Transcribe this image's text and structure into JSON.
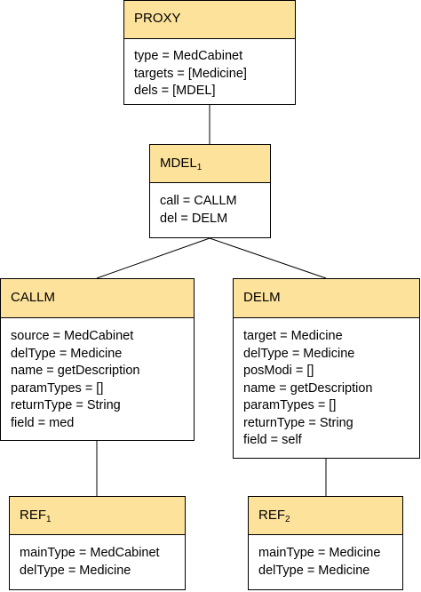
{
  "colors": {
    "header_fill": "#fde29c",
    "border": "#000000",
    "body_fill": "#ffffff",
    "connector": "#000000"
  },
  "nodes": {
    "proxy": {
      "title": "PROXY",
      "subscript": "",
      "attributes": [
        "type = MedCabinet",
        "targets = [Medicine]",
        "dels = [MDEL]"
      ]
    },
    "mdel": {
      "title": "MDEL",
      "subscript": "1",
      "attributes": [
        "call = CALLM",
        "del = DELM"
      ]
    },
    "callm": {
      "title": "CALLM",
      "subscript": "",
      "attributes": [
        "source = MedCabinet",
        "delType = Medicine",
        "name = getDescription",
        "paramTypes = []",
        "returnType = String",
        "field = med"
      ]
    },
    "delm": {
      "title": "DELM",
      "subscript": "",
      "attributes": [
        "target = Medicine",
        "delType = Medicine",
        "posModi = []",
        "name = getDescription",
        "paramTypes = []",
        "returnType = String",
        "field = self"
      ]
    },
    "ref1": {
      "title": "REF",
      "subscript": "1",
      "attributes": [
        "mainType = MedCabinet",
        "delType = Medicine"
      ]
    },
    "ref2": {
      "title": "REF",
      "subscript": "2",
      "attributes": [
        "mainType = Medicine",
        "delType = Medicine"
      ]
    }
  },
  "edges": [
    {
      "from": "proxy",
      "to": "mdel"
    },
    {
      "from": "mdel",
      "to": "callm"
    },
    {
      "from": "mdel",
      "to": "delm"
    },
    {
      "from": "callm",
      "to": "ref1"
    },
    {
      "from": "delm",
      "to": "ref2"
    }
  ]
}
